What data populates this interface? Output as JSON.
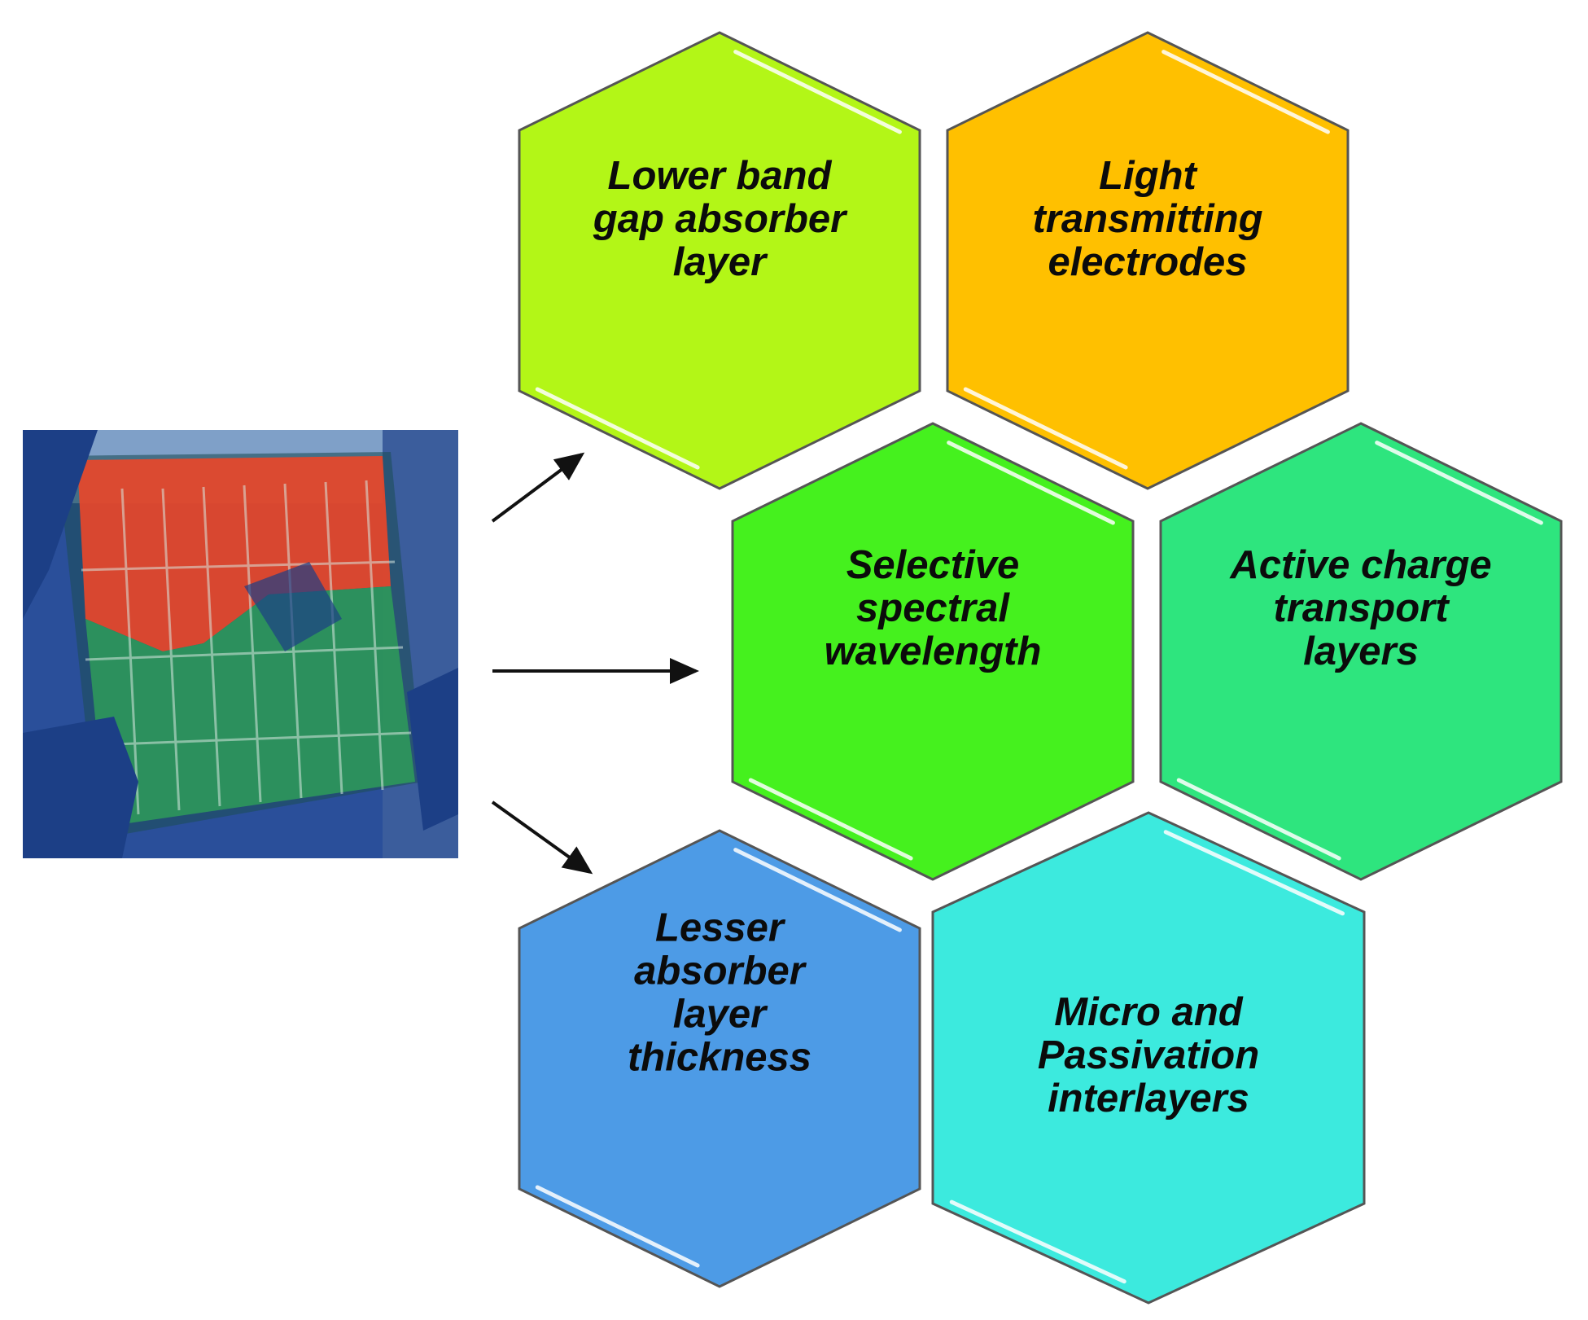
{
  "photo": {
    "description_icon": "semi-transparent-solar-cell-module-photo",
    "colors": {
      "red": "#e8462a",
      "green": "#2e9a5a",
      "glove": "#1c3f86"
    }
  },
  "hexagons": [
    {
      "id": "lower-band-gap",
      "lines": [
        "Lower band",
        "gap absorber",
        "layer"
      ],
      "color": "#b3f617"
    },
    {
      "id": "light-transmitting",
      "lines": [
        "Light",
        "transmitting",
        "electrodes"
      ],
      "color": "#ffc000"
    },
    {
      "id": "selective-spectral",
      "lines": [
        "Selective",
        "spectral",
        "wavelength"
      ],
      "color": "#45f11e"
    },
    {
      "id": "active-charge",
      "lines": [
        "Active charge",
        "transport",
        "layers"
      ],
      "color": "#2ee57e"
    },
    {
      "id": "lesser-absorber",
      "lines": [
        "Lesser",
        "absorber",
        "layer",
        "thickness"
      ],
      "color": "#4d9be6"
    },
    {
      "id": "micro-passivation",
      "lines": [
        "Micro and",
        "Passivation",
        "interlayers"
      ],
      "color": "#3ceade"
    }
  ],
  "colors": {
    "hex_outline": "#555555",
    "arrow": "#111111"
  }
}
